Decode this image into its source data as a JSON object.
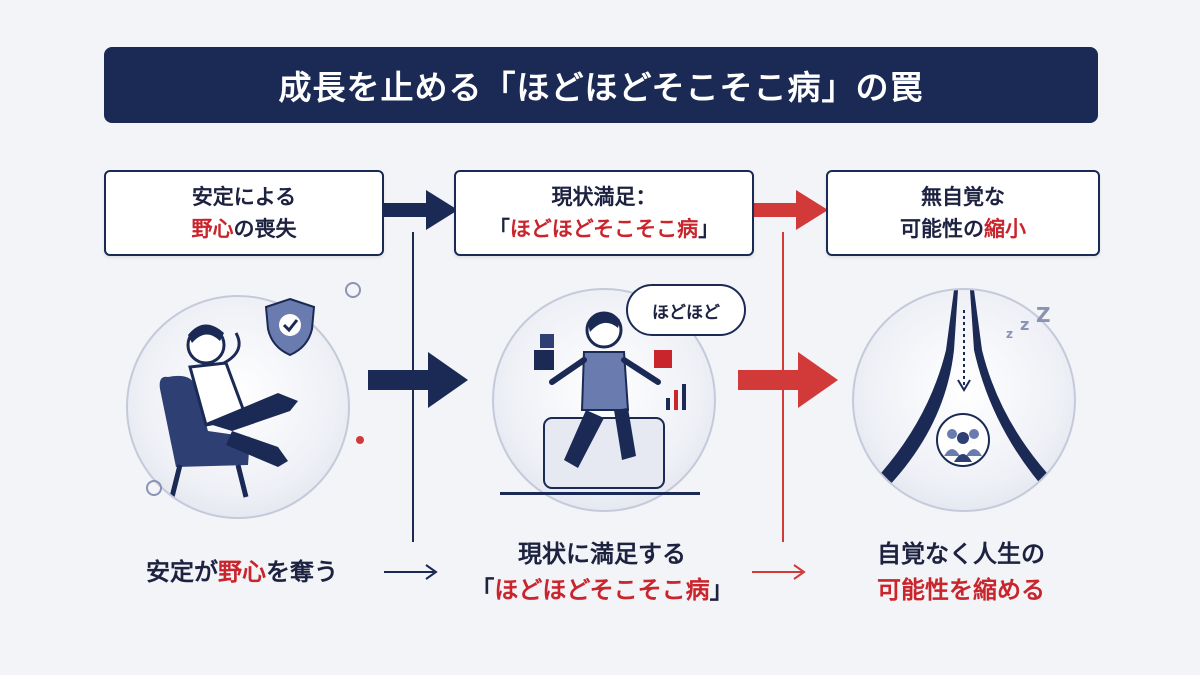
{
  "title": "成長を止める「ほどほどそこそこ病」の罠",
  "steps": [
    {
      "label": {
        "line1": "安定による",
        "line2_red": "野心",
        "line2_rest": "の喪失"
      },
      "caption": {
        "pre": "安定が",
        "red": "野心",
        "post": "を奪う"
      }
    },
    {
      "label": {
        "line1": "現状満足：",
        "line2_open": "「",
        "line2_red": "ほどほどそこそこ病",
        "line2_close": "」"
      },
      "caption": {
        "line1": "現状に満足する",
        "line2_open": "「",
        "line2_red": "ほどほどそこそこ病",
        "line2_close": "」"
      },
      "bubble": "ほどほど"
    },
    {
      "label": {
        "line1": "無自覚な",
        "line2_pre": "可能性の",
        "line2_red": "縮小"
      },
      "caption": {
        "line1": "自覚なく人生の",
        "line2_red": "可能性を縮める"
      }
    }
  ],
  "icons": {
    "relaxing": "person-relaxing-in-armchair-icon",
    "shield": "shield-check-icon",
    "satisfied": "person-juggling-boxes-icon",
    "narrowing": "narrowing-road-icon",
    "sleep": "sleeping-zzz-icon",
    "group": "group-of-people-icon"
  },
  "colors": {
    "navy": "#1b2a55",
    "red": "#c9252c",
    "background": "#f3f4f7"
  }
}
